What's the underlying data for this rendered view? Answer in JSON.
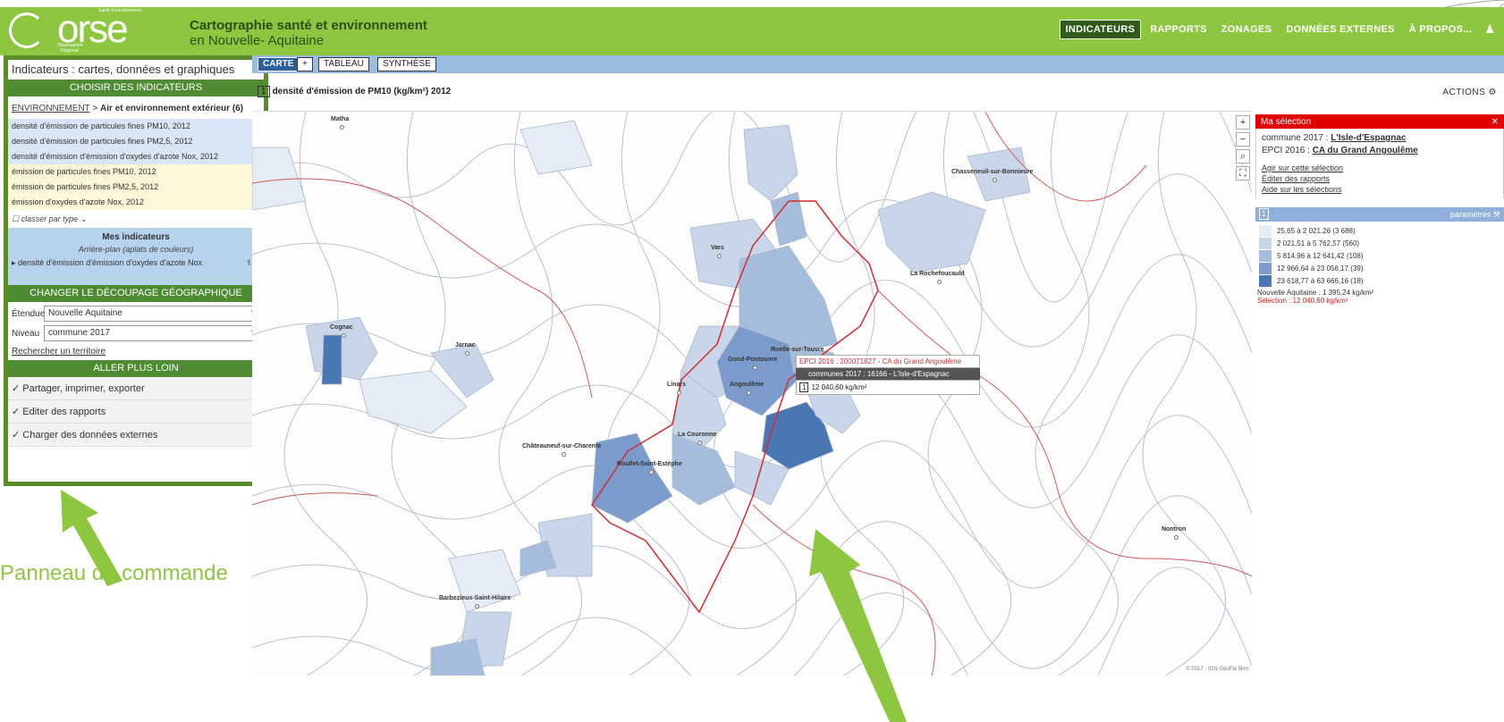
{
  "header": {
    "logo_mark": "orse",
    "logo_tagline": "Santé Environnement",
    "logo_sub1": "Observatoire",
    "logo_sub2": "Régional",
    "title_line1": "Cartographie santé et environnement",
    "title_line2": "en Nouvelle- Aquitaine",
    "nav": [
      "INDICATEURS",
      "RAPPORTS",
      "ZONAGES",
      "DONNÉES EXTERNES",
      "À PROPOS..."
    ],
    "user_icon": "person-icon"
  },
  "left_panel": {
    "title": "Indicateurs : cartes, données et graphiques",
    "choose_header": "CHOISIR DES INDICATEURS",
    "breadcrumb_link": "ENVIRONNEMENT",
    "breadcrumb_sep": " > ",
    "breadcrumb_current": "Air et environnement extérieur (6)",
    "indicators": [
      "densité d'émission de particules fines PM10, 2012",
      "densité d'émission de particules fines PM2,5, 2012",
      "densité d'émission d'émission d'oxydes d'azote Nox, 2012",
      "émission de particules fines PM10, 2012",
      "émission de particules fines PM2,5, 2012",
      "émission d'oxydes d'azote Nox, 2012"
    ],
    "classer": "classer par type",
    "mes_indicateurs_title": "Mes indicateurs",
    "mes_indicateurs_sub": "Arrière-plan (aplats de couleurs)",
    "mes_indicateurs_item": "densité d'émission d'émission d'oxydes d'azote Nox",
    "geo_header": "CHANGER LE DÉCOUPAGE GÉOGRAPHIQUE",
    "etendue_label": "Étendue",
    "etendue_value": "Nouvelle Aquitaine",
    "niveau_label": "Niveau",
    "niveau_value": "commune 2017",
    "search_link": "Rechercher un territoire",
    "further_header": "ALLER PLUS LOIN",
    "accordions": [
      "Partager, imprimer, exporter",
      "Editer des rapports",
      "Charger des données externes"
    ]
  },
  "panel_label": "Panneau de commande",
  "map_tabs": [
    "CARTE",
    "+",
    "TABLEAU",
    "SYNTHÈSE"
  ],
  "map_title_num": "1",
  "map_title": "densité d'émission de PM10 (kg/km²) 2012",
  "actions_label": "ACTIONS",
  "places": [
    {
      "name": "Matha"
    },
    {
      "name": "Chasseneuil-sur-Bonnieure"
    },
    {
      "name": "Vars"
    },
    {
      "name": "La Rochefoucauld"
    },
    {
      "name": "Cognac"
    },
    {
      "name": "Jarnac"
    },
    {
      "name": "Ruelle-sur-Touvre"
    },
    {
      "name": "Gond-Pontouvre"
    },
    {
      "name": "Linars"
    },
    {
      "name": "Angoulême"
    },
    {
      "name": "La Couronne"
    },
    {
      "name": "Châteauneuf-sur-Charente"
    },
    {
      "name": "Roullet-Saint-Estèphe"
    },
    {
      "name": "Nontron"
    },
    {
      "name": "Barbezieux-Saint-Hilaire"
    }
  ],
  "tooltip": {
    "epci": "EPCI 2016 : 200071827 - CA du Grand Angoulême",
    "commune": "communes 2017 : 16166 - L'Isle-d'Espagnac",
    "num": "1",
    "value": "12 040,60 kg/km²"
  },
  "attribution": "© 2017 - IGN GéoFla  5km",
  "selection": {
    "header": "Ma sélection",
    "commune_label": "commune 2017 : ",
    "commune_value": "L'Isle-d'Espagnac",
    "epci_label": "EPCI 2016 : ",
    "epci_value": "CA du Grand Angoulême",
    "links": [
      "Agir sur cette sélection",
      "Éditer des rapports",
      "Aide sur les sélections"
    ]
  },
  "legend": {
    "num": "1",
    "param_label": "paramètres",
    "classes": [
      {
        "label": "25,65 à 2 021,26 (3 688)",
        "color": "#e6ecf5"
      },
      {
        "label": "2 021,51 à 5 762,57 (560)",
        "color": "#c9d6ea"
      },
      {
        "label": "5 814,96 à 12 641,42 (108)",
        "color": "#a6bcdd"
      },
      {
        "label": "12 966,64 à 23 056,17 (39)",
        "color": "#7a9bcc"
      },
      {
        "label": "23 618,77 à 63 666,16 (18)",
        "color": "#4a76b4"
      }
    ],
    "region_stat": "Nouvelle Aquitaine : 1 395,24 kg/km²",
    "selection_stat": "Sélection : 12 040,60 kg/km²"
  },
  "colors": {
    "header_green": "#8dc63f",
    "panel_border": "#5b8c2a",
    "arrow_green": "#8dc63f",
    "selection_red": "#e00000",
    "tabs_blue": "#99bce0"
  }
}
